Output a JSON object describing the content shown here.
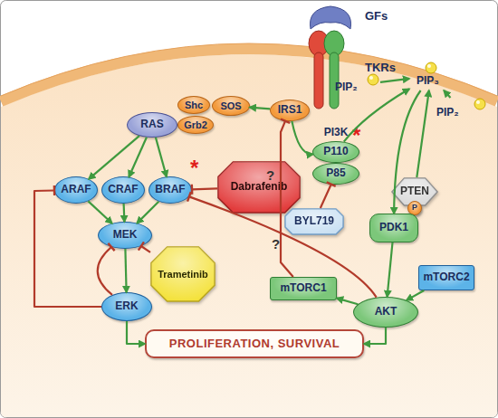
{
  "diagram": {
    "nodes": [
      {
        "text": [
          "GFs"
        ]
      },
      {
        "text": [
          "TKRs"
        ]
      },
      {
        "text": [
          "IRS1"
        ]
      },
      {
        "text": [
          "Shc"
        ]
      },
      {
        "text": [
          "Grb2"
        ]
      },
      {
        "text": [
          "SOS"
        ]
      },
      {
        "text": [
          "RAS"
        ]
      },
      {
        "text": [
          "ARAF"
        ]
      },
      {
        "text": [
          "CRAF"
        ]
      },
      {
        "text": [
          "BRAF"
        ]
      },
      {
        "text": [
          "Dabrafenib"
        ]
      },
      {
        "text": [
          "PI3K"
        ]
      },
      {
        "text": [
          "P110"
        ],
        "in": 11
      },
      {
        "text": [
          "P85"
        ],
        "in": 11
      },
      {
        "text": [
          "BYL719"
        ]
      },
      {
        "text": [
          "PIP₂"
        ]
      },
      {
        "text": [
          "PIP₃"
        ]
      },
      {
        "text": [
          "PIP₂"
        ]
      },
      {
        "text": [
          "PTEN"
        ]
      },
      {
        "text": [
          "P"
        ],
        "in": 18
      },
      {
        "text": [
          "MEK"
        ]
      },
      {
        "text": [
          "Trametinib"
        ]
      },
      {
        "text": [
          "ERK"
        ]
      },
      {
        "text": [
          "mTORC1"
        ]
      },
      {
        "text": [
          "PDK1"
        ]
      },
      {
        "text": [
          "mTORC2"
        ]
      },
      {
        "text": [
          "AKT"
        ]
      },
      {
        "text": [
          "PROLIFERATION, SURVIVAL"
        ]
      }
    ],
    "edges": [
      {
        "from": 2,
        "to": 5,
        "arrow": "to"
      },
      {
        "from": 6,
        "to": 7,
        "arrow": "to"
      },
      {
        "from": 6,
        "to": 8,
        "arrow": "to"
      },
      {
        "from": 6,
        "to": 9,
        "arrow": "to"
      },
      {
        "from": 7,
        "to": 20,
        "arrow": "to"
      },
      {
        "from": 8,
        "to": 20,
        "arrow": "to"
      },
      {
        "from": 9,
        "to": 20,
        "arrow": "to"
      },
      {
        "from": 20,
        "to": 22,
        "arrow": "to"
      },
      {
        "from": 10,
        "to": 9,
        "arrow": "to"
      },
      {
        "from": 21,
        "to": 20,
        "arrow": "to"
      },
      {
        "from": 22,
        "to": 7,
        "arrow": "to"
      },
      {
        "from": 22,
        "to": 20,
        "arrow": "to"
      },
      {
        "from": 22,
        "to": 27,
        "arrow": "to"
      },
      {
        "from": 2,
        "to": 12,
        "arrow": "to"
      },
      {
        "from": 15,
        "to": 16,
        "arrow": "to"
      },
      {
        "from": 12,
        "to": 16,
        "arrow": "to"
      },
      {
        "from": 17,
        "to": 16,
        "arrow": "to"
      },
      {
        "from": 18,
        "to": 16,
        "arrow": "to"
      },
      {
        "from": 14,
        "to": 13,
        "arrow": "to"
      },
      {
        "from": 16,
        "to": 24,
        "arrow": "to"
      },
      {
        "from": 24,
        "to": 26,
        "arrow": "to"
      },
      {
        "from": 25,
        "to": 26,
        "arrow": "to"
      },
      {
        "from": 26,
        "to": 23,
        "arrow": "to"
      },
      {
        "from": 23,
        "to": 2,
        "label": "?",
        "arrow": "to"
      },
      {
        "from": 26,
        "to": 9,
        "label": "?",
        "arrow": "to"
      },
      {
        "from": 26,
        "to": 27,
        "arrow": "to"
      }
    ],
    "labels": [
      "*",
      "*"
    ]
  }
}
